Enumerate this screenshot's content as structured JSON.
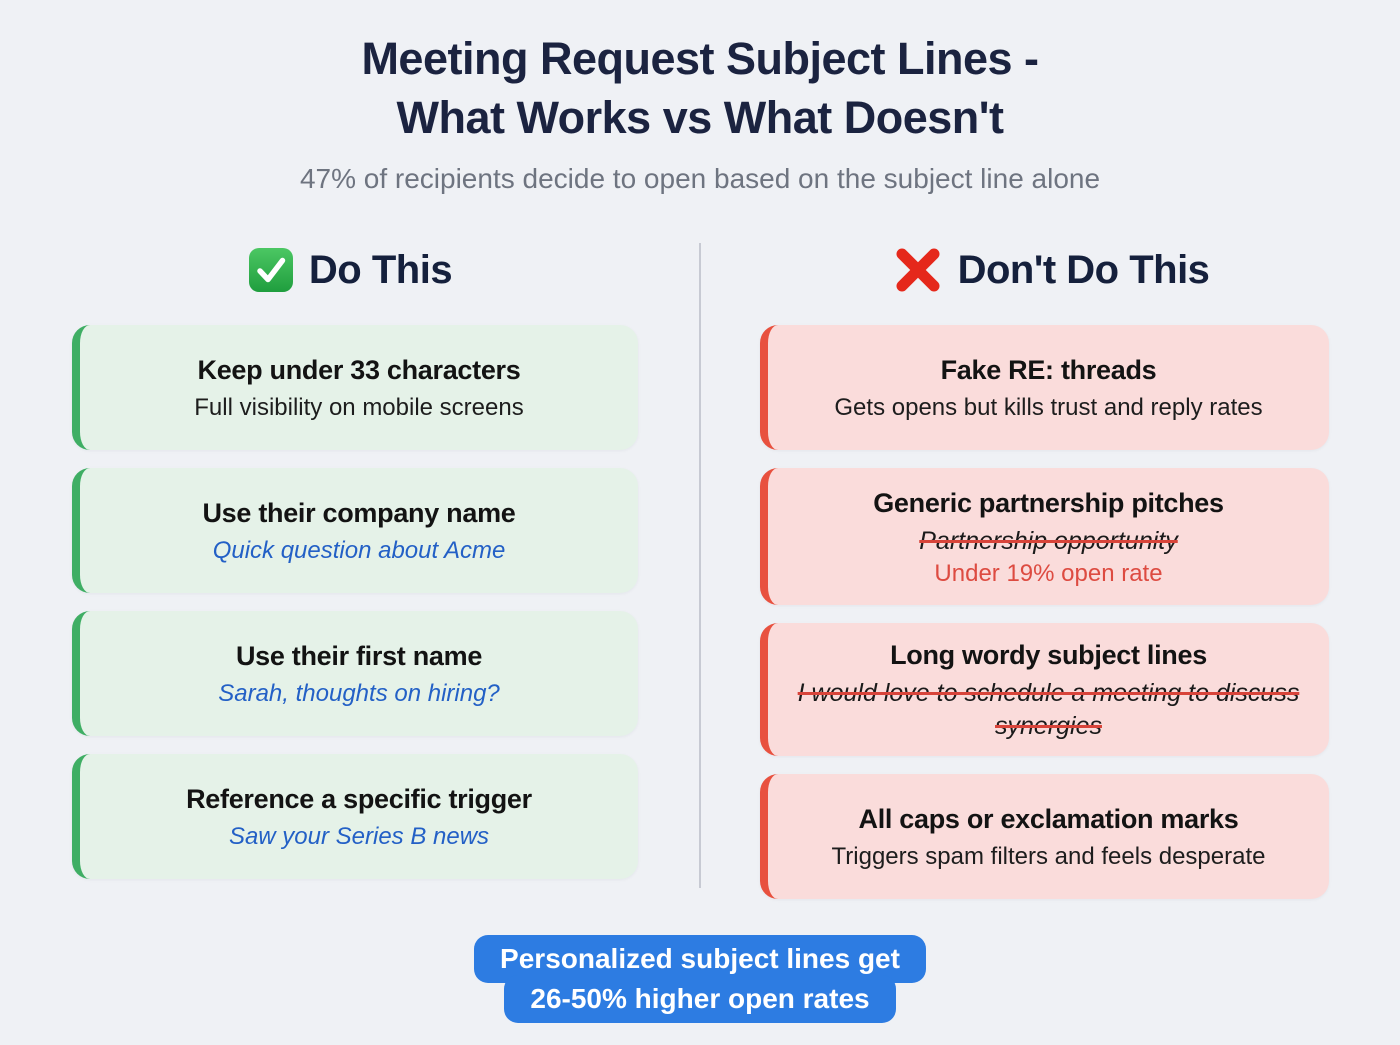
{
  "page": {
    "title_line1": "Meeting Request Subject Lines -",
    "title_line2": "What Works vs What Doesn't",
    "subtitle": "47% of recipients decide to open based on the subject line alone"
  },
  "columns": {
    "do": {
      "header": "Do This",
      "icon": "green-check-emoji",
      "cards": [
        {
          "title": "Keep under 33 characters",
          "subtitle": "Full visibility on mobile screens"
        },
        {
          "title": "Use their company name",
          "example": "Quick question about Acme"
        },
        {
          "title": "Use their first name",
          "example": "Sarah, thoughts on hiring?"
        },
        {
          "title": "Reference a specific trigger",
          "example": "Saw your Series B news"
        }
      ]
    },
    "dont": {
      "header": "Don't Do This",
      "icon": "red-cross-emoji",
      "cards": [
        {
          "title": "Fake RE: threads",
          "subtitle": "Gets opens but kills trust and reply rates"
        },
        {
          "title": "Generic partnership pitches",
          "strikethrough": "Partnership opportunity",
          "note": "Under 19% open rate"
        },
        {
          "title": "Long wordy subject lines",
          "strikethrough": "I would love to schedule a meeting to discuss synergies"
        },
        {
          "title": "All caps or exclamation marks",
          "subtitle": "Triggers spam filters and feels desperate"
        }
      ]
    }
  },
  "footer": {
    "line1": "Personalized subject lines get",
    "line2": "26-50% higher open rates"
  },
  "colors": {
    "background": "#eff1f5",
    "title": "#1b2340",
    "subtitle_gray": "#6e7480",
    "green_border": "#3fae64",
    "green_bg": "#e5f2e8",
    "red_border": "#e8513f",
    "red_bg": "#fadcdb",
    "example_blue": "#2360c6",
    "note_red": "#dd4b41",
    "badge_blue": "#2d7ce2",
    "divider": "#c7cad3"
  }
}
